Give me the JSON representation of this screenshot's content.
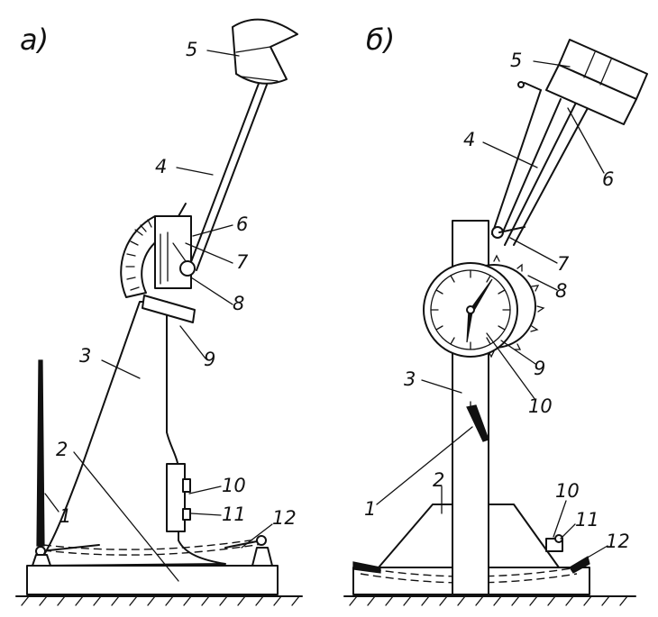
{
  "figure": {
    "panel_a": {
      "title": "а)",
      "labels": {
        "l1": "1",
        "l2": "2",
        "l3": "3",
        "l4": "4",
        "l5": "5",
        "l6": "6",
        "l7": "7",
        "l8": "8",
        "l9": "9",
        "l10": "10",
        "l11": "11",
        "l12": "12"
      }
    },
    "panel_b": {
      "title": "б)",
      "labels": {
        "l1": "1",
        "l2": "2",
        "l3": "3",
        "l4": "4",
        "l5": "5",
        "l6": "6",
        "l7": "7",
        "l8": "8",
        "l9": "9",
        "l10": "10",
        "l11": "11",
        "l12": "12"
      }
    }
  },
  "colors": {
    "ink": "#111111",
    "paper": "#ffffff"
  }
}
